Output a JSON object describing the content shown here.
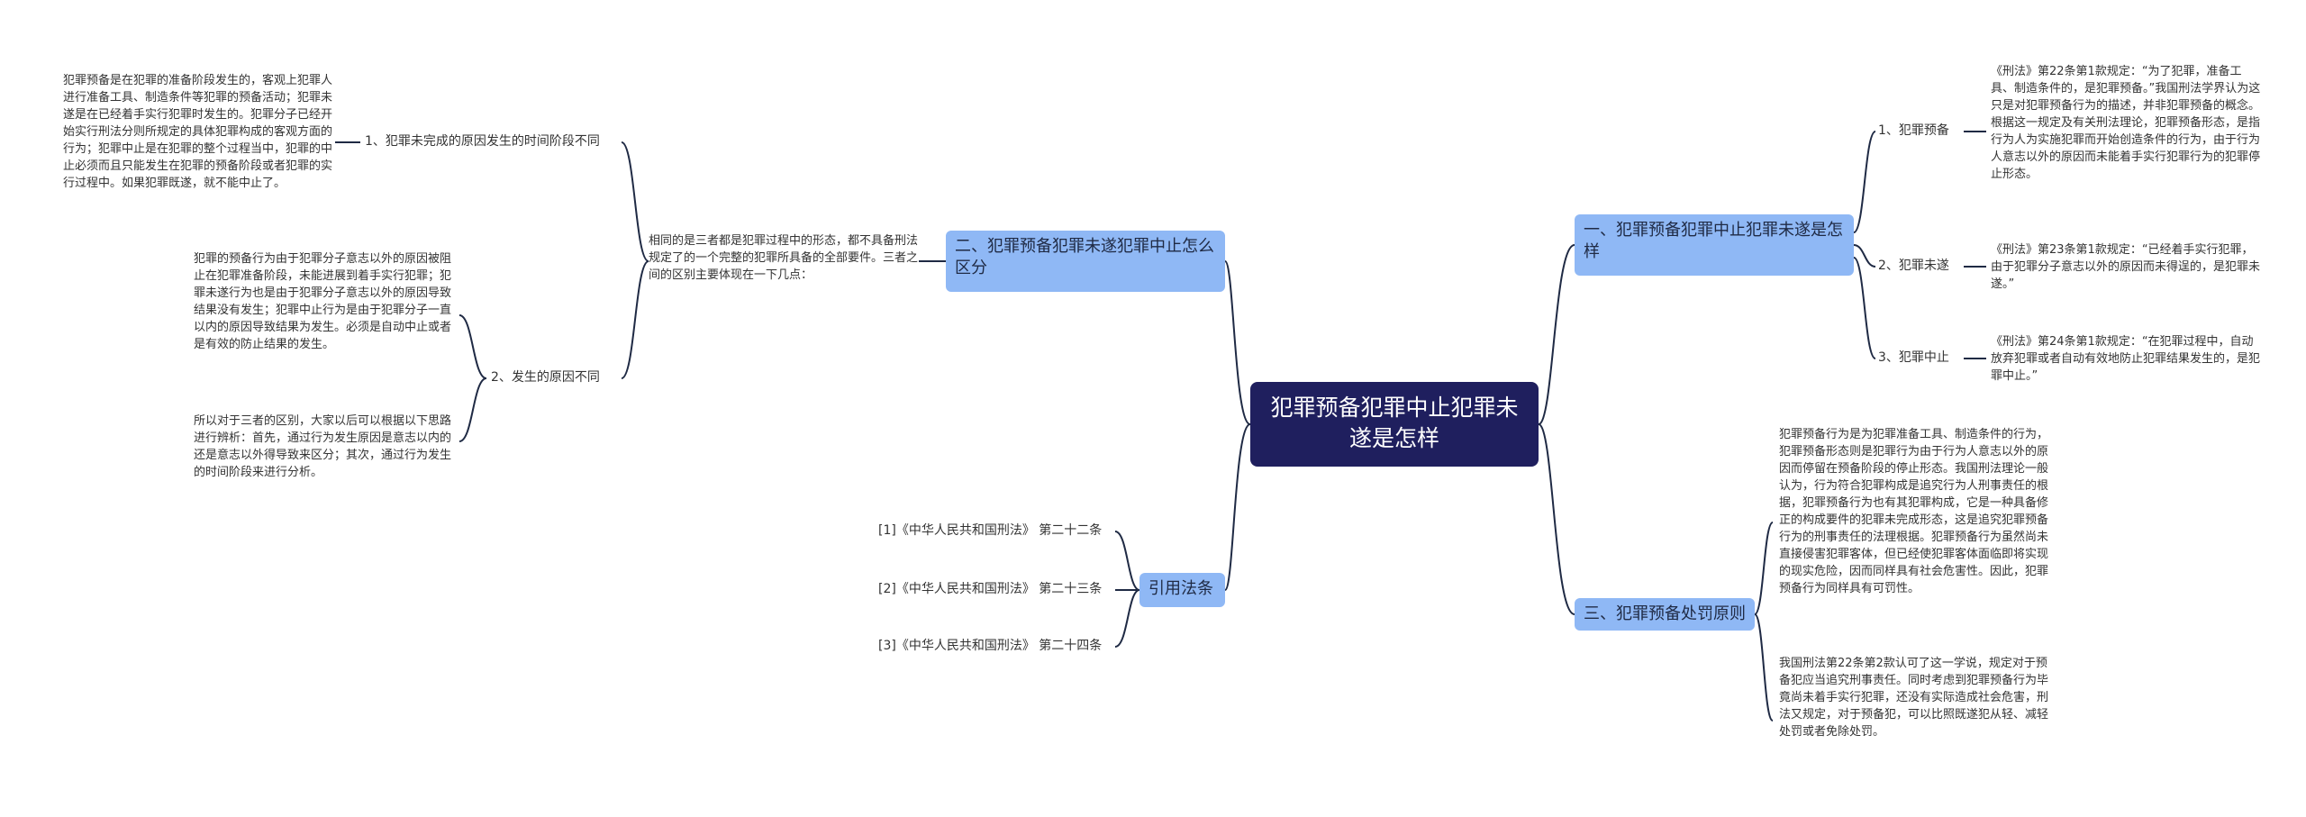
{
  "root": {
    "label": "犯罪预备犯罪中止犯罪未遂是怎样"
  },
  "right": {
    "b1": {
      "label": "一、犯罪预备犯罪中止犯罪未遂是怎样",
      "items": [
        {
          "label": "1、犯罪预备",
          "text": "《刑法》第22条第1款规定：“为了犯罪，准备工具、制造条件的，是犯罪预备。”我国刑法学界认为这只是对犯罪预备行为的描述，并非犯罪预备的概念。根据这一规定及有关刑法理论，犯罪预备形态，是指行为人为实施犯罪而开始创造条件的行为，由于行为人意志以外的原因而未能着手实行犯罪行为的犯罪停止形态。"
        },
        {
          "label": "2、犯罪未遂",
          "text": "《刑法》第23条第1款规定：“已经着手实行犯罪，由于犯罪分子意志以外的原因而未得逞的，是犯罪未遂。”"
        },
        {
          "label": "3、犯罪中止",
          "text": "《刑法》第24条第1款规定：“在犯罪过程中，自动放弃犯罪或者自动有效地防止犯罪结果发生的，是犯罪中止。”"
        }
      ]
    },
    "b3": {
      "label": "三、犯罪预备处罚原则",
      "texts": [
        "犯罪预备行为是为犯罪准备工具、制造条件的行为，犯罪预备形态则是犯罪行为由于行为人意志以外的原因而停留在预备阶段的停止形态。我国刑法理论一般认为，行为符合犯罪构成是追究行为人刑事责任的根据，犯罪预备行为也有其犯罪构成，它是一种具备修正的构成要件的犯罪未完成形态，这是追究犯罪预备行为的刑事责任的法理根据。犯罪预备行为虽然尚未直接侵害犯罪客体，但已经使犯罪客体面临即将实现的现实危险，因而同样具有社会危害性。因此，犯罪预备行为同样具有可罚性。",
        "我国刑法第22条第2款认可了这一学说，规定对于预备犯应当追究刑事责任。同时考虑到犯罪预备行为毕竟尚未着手实行犯罪，还没有实际造成社会危害，刑法又规定，对于预备犯，可以比照既遂犯从轻、减轻处罚或者免除处罚。"
      ]
    }
  },
  "left": {
    "b2": {
      "label": "二、犯罪预备犯罪未遂犯罪中止怎么区分",
      "intro": "相同的是三者都是犯罪过程中的形态，都不具备刑法规定了的一个完整的犯罪所具备的全部要件。三者之间的区别主要体现在一下几点：",
      "items": [
        {
          "label": "1、犯罪未完成的原因发生的时间阶段不同",
          "text": "犯罪预备是在犯罪的准备阶段发生的，客观上犯罪人进行准备工具、制造条件等犯罪的预备活动；犯罪未遂是在已经着手实行犯罪时发生的。犯罪分子已经开始实行刑法分则所规定的具体犯罪构成的客观方面的行为；犯罪中止是在犯罪的整个过程当中，犯罪的中止必须而且只能发生在犯罪的预备阶段或者犯罪的实行过程中。如果犯罪既遂，就不能中止了。"
        },
        {
          "label": "2、发生的原因不同",
          "texts": [
            "犯罪的预备行为由于犯罪分子意志以外的原因被阻止在犯罪准备阶段，未能进展到着手实行犯罪；犯罪未遂行为也是由于犯罪分子意志以外的原因导致结果没有发生；犯罪中止行为是由于犯罪分子一直以内的原因导致结果为发生。必须是自动中止或者是有效的防止结果的发生。",
            "所以对于三者的区别，大家以后可以根据以下思路进行辨析：首先，通过行为发生原因是意志以内的还是意志以外得导致来区分；其次，通过行为发生的时间阶段来进行分析。"
          ]
        }
      ]
    },
    "cite": {
      "label": "引用法条",
      "items": [
        "[1]《中华人民共和国刑法》 第二十二条",
        "[2]《中华人民共和国刑法》 第二十三条",
        "[3]《中华人民共和国刑法》 第二十四条"
      ]
    }
  },
  "colors": {
    "root": "#1f1f5e",
    "branch": "#8fb8f5",
    "line": "#1f2a44"
  }
}
